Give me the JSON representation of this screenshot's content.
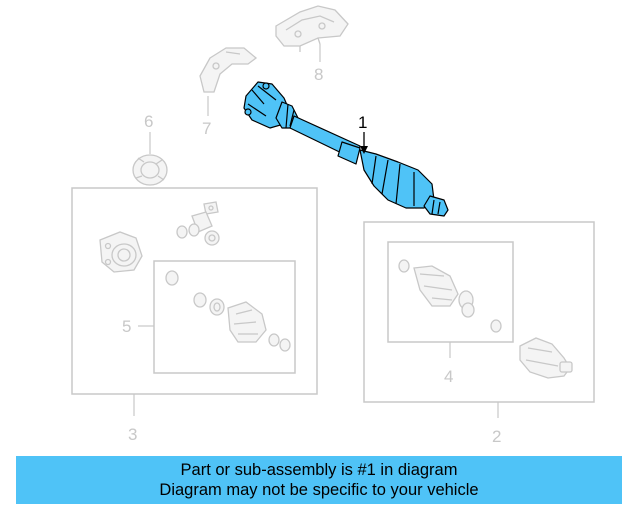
{
  "callouts": {
    "c1": "1",
    "c2": "2",
    "c3": "3",
    "c4": "4",
    "c5": "5",
    "c6": "6",
    "c7": "7",
    "c8": "8"
  },
  "caption": {
    "line1": "Part or sub-assembly is #1 in diagram",
    "line2": "Diagram may not be specific to your vehicle"
  },
  "colors": {
    "highlight": "#4fc3f7",
    "faded": "#c8c8c8",
    "outline": "#000000"
  }
}
